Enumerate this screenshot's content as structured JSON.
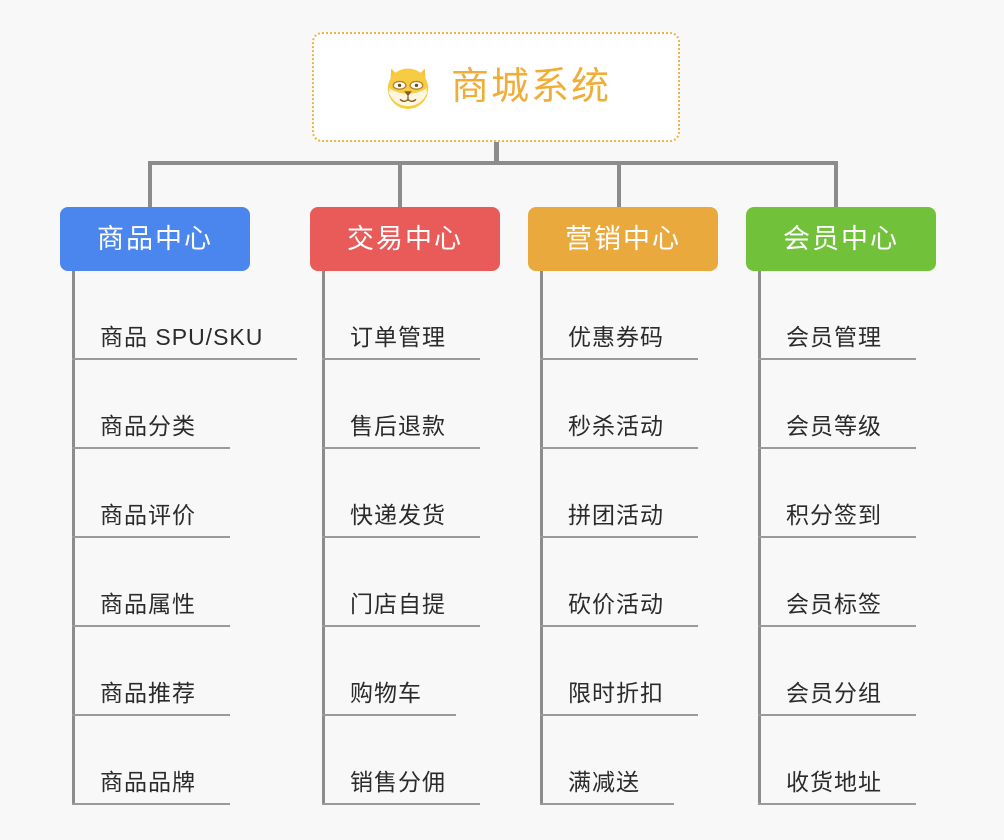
{
  "diagram": {
    "type": "org-chart",
    "background_color": "#f8f8f8",
    "root": {
      "title": "商城系统",
      "icon": "shiba-dog-icon",
      "text_color": "#f0ad38",
      "border_color": "#f0b445"
    },
    "connector_color": "#8c8c8c",
    "branches": [
      {
        "label": "商品中心",
        "color": "#4a86ee",
        "items": [
          "商品 SPU/SKU",
          "商品分类",
          "商品评价",
          "商品属性",
          "商品推荐",
          "商品品牌"
        ]
      },
      {
        "label": "交易中心",
        "color": "#e95b58",
        "items": [
          "订单管理",
          "售后退款",
          "快递发货",
          "门店自提",
          "购物车",
          "销售分佣"
        ]
      },
      {
        "label": "营销中心",
        "color": "#eaa93d",
        "items": [
          "优惠券码",
          "秒杀活动",
          "拼团活动",
          "砍价活动",
          "限时折扣",
          "满减送"
        ]
      },
      {
        "label": "会员中心",
        "color": "#72c13b",
        "items": [
          "会员管理",
          "会员等级",
          "积分签到",
          "会员标签",
          "会员分组",
          "收货地址"
        ]
      }
    ]
  }
}
